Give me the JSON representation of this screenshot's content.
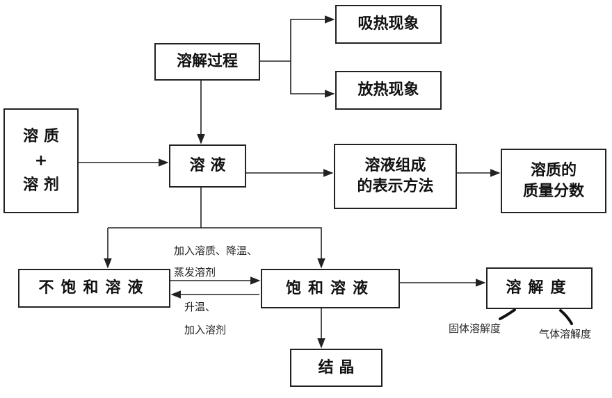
{
  "nodes": {
    "dissolution_process": "溶解过程",
    "heat_absorption": "吸热现象",
    "heat_release": "放热现象",
    "solute": "溶 质",
    "plus": "+",
    "solvent": "溶 剂",
    "solution": "溶 液",
    "composition_line1": "溶液组成",
    "composition_line2": "的表示方法",
    "mass_fraction_line1": "溶质的",
    "mass_fraction_line2": "质量分数",
    "unsaturated": "不饱和溶液",
    "saturated": "饱和溶液",
    "solubility": "溶解度",
    "crystallization": "结 晶"
  },
  "labels": {
    "to_saturated_line1": "加入溶质、降温、",
    "to_saturated_line2": "蒸发溶剂",
    "to_unsaturated_line1": "升温、",
    "to_unsaturated_line2": "加入溶剂",
    "solid_solubility": "固体溶解度",
    "gas_solubility": "气体溶解度"
  }
}
